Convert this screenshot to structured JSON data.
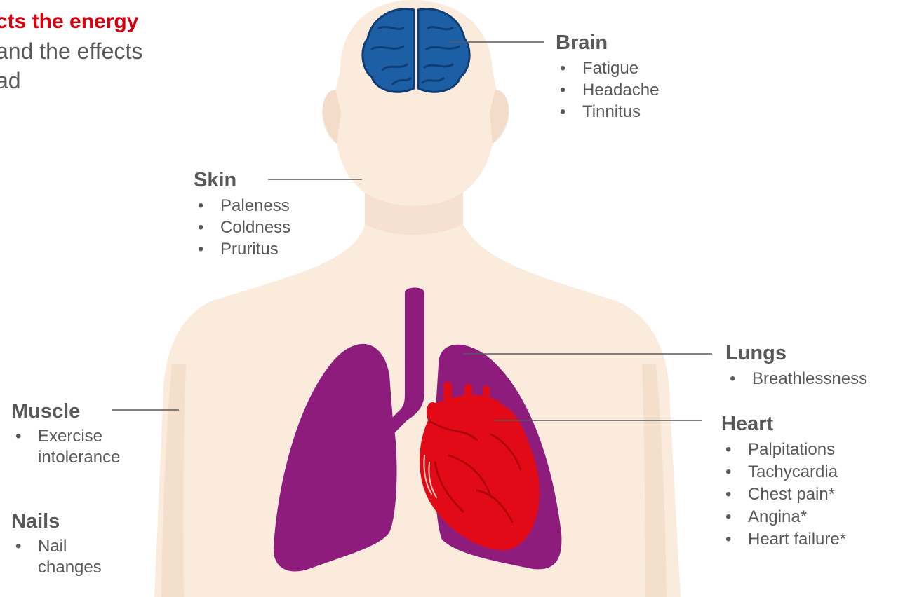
{
  "intro": {
    "highlight": "cts the energy",
    "line2": "and the effects",
    "line3": "ad"
  },
  "organs": {
    "brain": {
      "title": "Brain",
      "items": [
        "Fatigue",
        "Headache",
        "Tinnitus"
      ]
    },
    "skin": {
      "title": "Skin",
      "items": [
        "Paleness",
        "Coldness",
        "Pruritus"
      ]
    },
    "lungs": {
      "title": "Lungs",
      "items": [
        "Breathlessness"
      ]
    },
    "heart": {
      "title": "Heart",
      "items": [
        "Palpitations",
        "Tachycardia",
        "Chest pain*",
        "Angina*",
        "Heart failure*"
      ]
    },
    "muscle": {
      "title": "Muscle",
      "items": [
        "Exercise intolerance"
      ]
    },
    "nails": {
      "title": "Nails",
      "items": [
        "Nail changes"
      ]
    }
  },
  "colors": {
    "body": "#fbebdd",
    "body_shadow": "#f3dcc9",
    "brain": "#1d5fa5",
    "brain_dark": "#0f3d74",
    "lungs": "#8e1c7d",
    "heart": "#e20a16",
    "heart_dark": "#a8000c",
    "highlight": "#d6000e",
    "text": "#595959",
    "leader": "#595959"
  }
}
